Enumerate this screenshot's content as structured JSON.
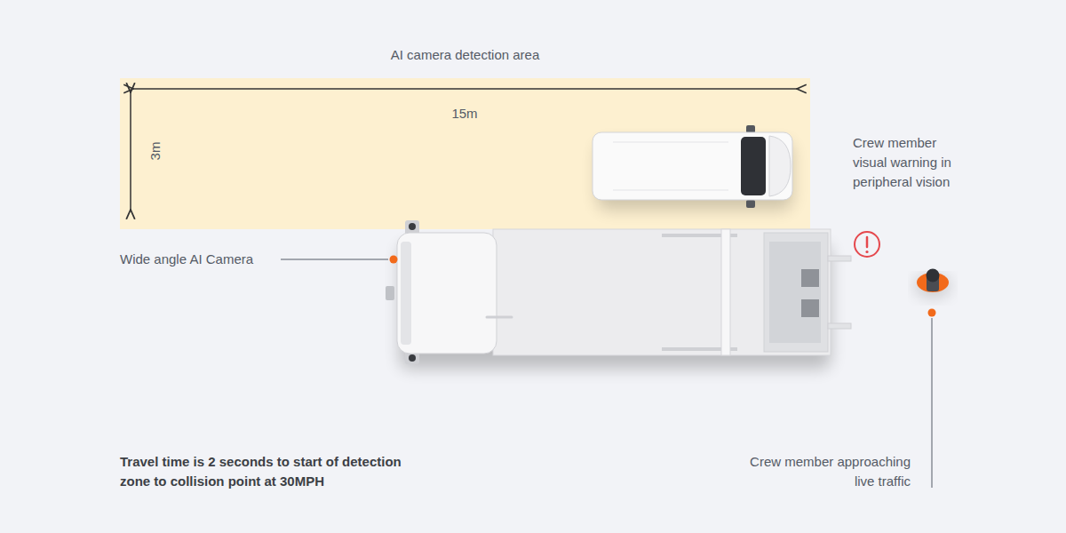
{
  "diagram": {
    "caption": "Travel time is 2 seconds to start of detection zone to collision point at 30MPH",
    "nodes": [
      {
        "text": [
          "AI camera detection area"
        ]
      }
    ],
    "labels": [
      "15m",
      "3m",
      "Wide angle AI Camera",
      "Crew member visual warning in peripheral vision",
      "Crew member approaching live traffic"
    ]
  }
}
